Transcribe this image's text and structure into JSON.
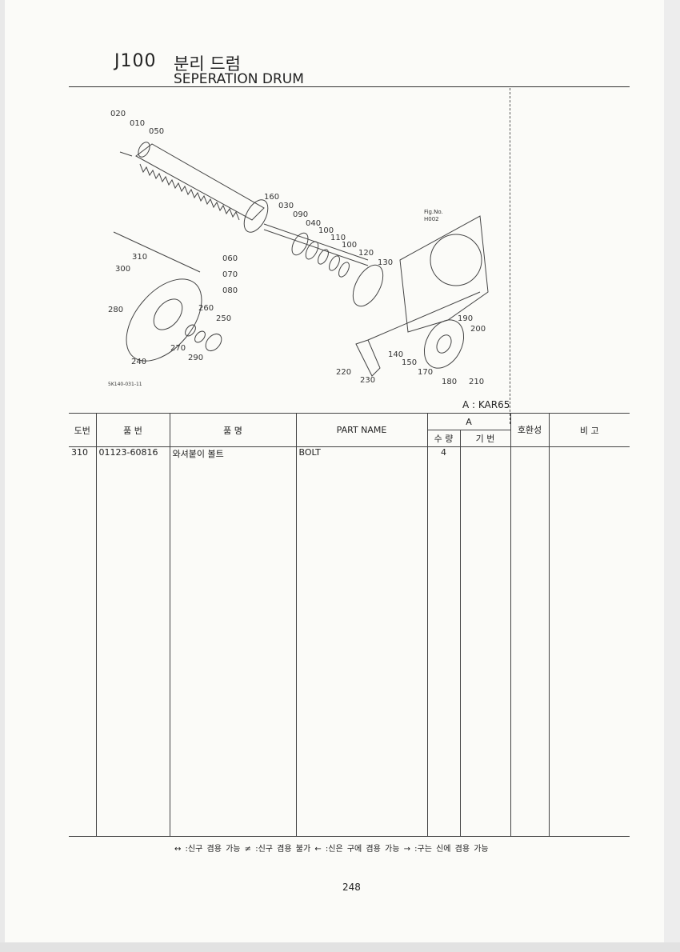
{
  "header": {
    "code": "J100",
    "title_ko": "분리 드럼",
    "title_en": "SEPERATION DRUM"
  },
  "diagram": {
    "callouts": [
      "020",
      "010",
      "050",
      "160",
      "030",
      "090",
      "040",
      "100",
      "110",
      "100",
      "120",
      "130",
      "060",
      "070",
      "080",
      "310",
      "300",
      "280",
      "260",
      "250",
      "270",
      "290",
      "240",
      "190",
      "200",
      "140",
      "150",
      "170",
      "220",
      "230",
      "180",
      "210"
    ],
    "fig_ref_label": "Fig.No.",
    "fig_ref_value": "H002",
    "drawing_code": "5K140-031-11"
  },
  "model": "A : KAR65",
  "table": {
    "headers": {
      "ref": "도번",
      "part_no": "품 번",
      "name_ko": "품 명",
      "part_name": "PART NAME",
      "group": "A",
      "qty": "수 량",
      "base": "기 번",
      "compat": "호환성",
      "remark": "비 고"
    },
    "rows": [
      {
        "ref": "310",
        "part_no": "01123-60816",
        "name_ko": "와셔붙이 볼트",
        "part_name": "BOLT",
        "qty": "4",
        "base": "",
        "compat": "",
        "remark": ""
      }
    ]
  },
  "legend": "↔ :신구 겸용 가능   ≠ :신구 겸용 불가   ← :신은 구에 겸용 가능   → :구는 신에 겸용 가능",
  "page_number": "248"
}
